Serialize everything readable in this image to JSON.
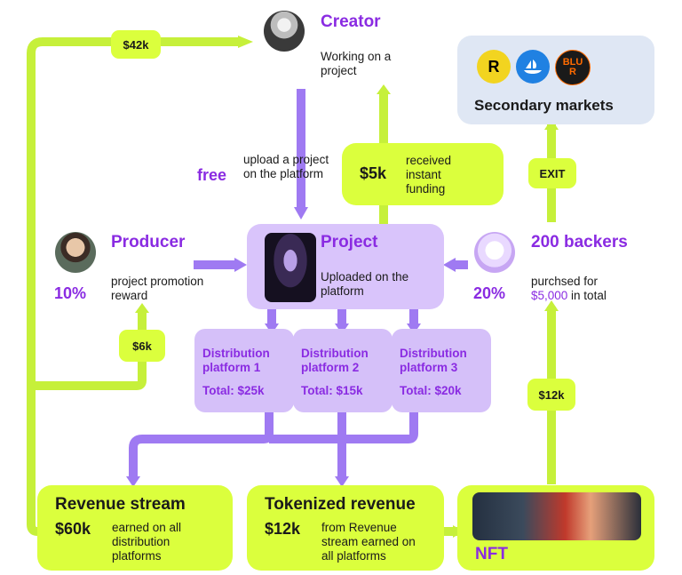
{
  "creator": {
    "title": "Creator",
    "desc": "Working on a project"
  },
  "markets": {
    "title": "Secondary markets",
    "icons": [
      "rarible-icon",
      "opensea-icon",
      "blur-icon"
    ],
    "rarible_letter": "R",
    "blur_letters": "BLUR"
  },
  "flow_labels": {
    "creator_payout": "$42k",
    "free": "free",
    "upload": "upload a project on the platform",
    "funding_amount": "$5k",
    "funding_text": "received instant funding",
    "exit": "EXIT",
    "producer_reward": "$6k",
    "backers_pay": "$12k"
  },
  "producer": {
    "title": "Producer",
    "percent": "10%",
    "desc": "project promotion reward"
  },
  "project": {
    "title": "Project",
    "desc": "Uploaded on the platform"
  },
  "backers": {
    "title": "200 backers",
    "percent": "20%",
    "desc_prefix": "purchsed for",
    "amount": "$5,000",
    "desc_suffix": " in total"
  },
  "platforms": [
    {
      "name": "Distribution platform 1",
      "total": "Total: $25k"
    },
    {
      "name": "Distribution platform 2",
      "total": "Total: $15k"
    },
    {
      "name": "Distribution platform 3",
      "total": "Total: $20k"
    }
  ],
  "revenue": {
    "title": "Revenue stream",
    "amount": "$60k",
    "desc": "earned on all distribution platforms"
  },
  "tokenized": {
    "title": "Tokenized revenue",
    "amount": "$12k",
    "desc": "from Revenue stream earned on all platforms"
  },
  "nft": {
    "title": "NFT"
  },
  "colors": {
    "green": "#dbff3d",
    "lavender": "#d9c4fb",
    "purple": "#8a2be2",
    "connector_purple": "#9f7af2",
    "market_bg": "#dfe7f4"
  }
}
